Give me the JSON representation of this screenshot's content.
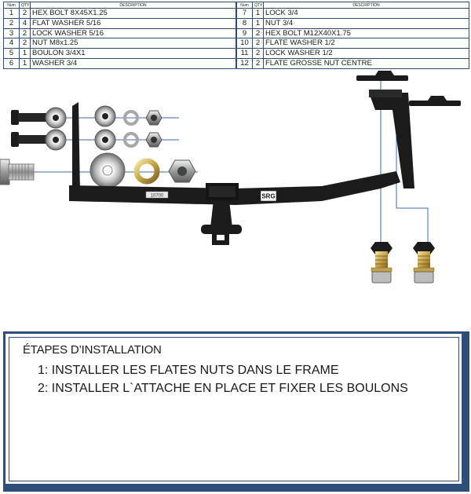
{
  "parts_table": {
    "headers": {
      "num": "Num",
      "qty": "QTY",
      "description": "DESCRIPTION"
    },
    "left_rows": [
      {
        "num": "1",
        "qty": "2",
        "description": "HEX BOLT 8X45X1.25"
      },
      {
        "num": "2",
        "qty": "4",
        "description": "FLAT WASHER 5/16"
      },
      {
        "num": "3",
        "qty": "2",
        "description": "LOCK WASHER 5/16"
      },
      {
        "num": "4",
        "qty": "2",
        "description": "NUT M8x1.25"
      },
      {
        "num": "5",
        "qty": "1",
        "description": "BOULON 3/4X1"
      },
      {
        "num": "6",
        "qty": "1",
        "description": "WASHER 3/4"
      }
    ],
    "right_rows": [
      {
        "num": "7",
        "qty": "1",
        "description": "LOCK 3/4"
      },
      {
        "num": "8",
        "qty": "1",
        "description": "NUT 3/4"
      },
      {
        "num": "9",
        "qty": "2",
        "description": "HEX BOLT M12X40X1.75"
      },
      {
        "num": "10",
        "qty": "2",
        "description": "FLATE WASHER 1/2"
      },
      {
        "num": "11",
        "qty": "2",
        "description": "LOCK WASHER 1/2"
      },
      {
        "num": "12",
        "qty": "2",
        "description": "FLATE GROSSE NUT CENTRE"
      }
    ]
  },
  "diagram": {
    "part_number_label": "10700",
    "logo_text": "SRG"
  },
  "instructions": {
    "title": "ÉTAPES D’INSTALLATION",
    "steps": [
      "1: INSTALLER LES FLATES NUTS DANS LE FRAME",
      "2: INSTALLER L`ATTACHE EN PLACE ET FIXER LES BOULONS"
    ]
  },
  "colors": {
    "border": "#2d4f79",
    "hitch": "#1b1b1b"
  }
}
